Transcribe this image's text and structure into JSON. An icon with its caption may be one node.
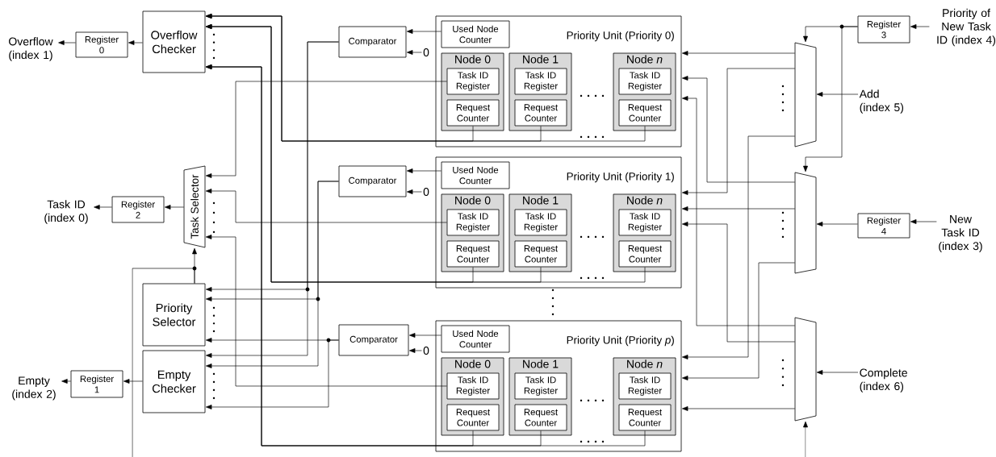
{
  "diagram": {
    "nodes": [
      {
        "text": [
          "Overflow (index 1)"
        ]
      },
      {
        "text": [
          "Register 0"
        ]
      },
      {
        "text": [
          "Overflow Checker"
        ]
      },
      {
        "text": [
          "Comparator"
        ]
      },
      {
        "text": [
          "0"
        ]
      },
      {
        "text": [
          "Priority Unit (Priority 0)"
        ]
      },
      {
        "text": [
          "Used Node Counter"
        ],
        "in": 5
      },
      {
        "text": [
          "Node 0"
        ],
        "in": 5
      },
      {
        "text": [
          "Task ID Register"
        ],
        "in": 7
      },
      {
        "text": [
          "Request Counter"
        ],
        "in": 7
      },
      {
        "text": [
          "Node 1"
        ],
        "in": 5
      },
      {
        "text": [
          "Task ID Register"
        ],
        "in": 10
      },
      {
        "text": [
          "Request Counter"
        ],
        "in": 10
      },
      {
        "text": [
          "Node *n*"
        ],
        "in": 5
      },
      {
        "text": [
          "Task ID Register"
        ],
        "in": 13
      },
      {
        "text": [
          "Request Counter"
        ],
        "in": 13
      },
      {
        "text": [
          "Register 3"
        ]
      },
      {
        "text": [
          "Priority of New Task ID (index 4)"
        ]
      },
      {
        "text": [],
        "shape": "trapezoid"
      },
      {
        "text": [
          "Add (index 5)"
        ]
      },
      {
        "text": [
          "Task ID (index 0)"
        ]
      },
      {
        "text": [
          "Register 2"
        ]
      },
      {
        "text": [
          "Task Selector"
        ]
      },
      {
        "text": [
          "Comparator"
        ]
      },
      {
        "text": [
          "0"
        ]
      },
      {
        "text": [
          "Priority Unit (Priority 1)"
        ]
      },
      {
        "text": [
          "Used Node Counter"
        ],
        "in": 25
      },
      {
        "text": [
          "Node 0"
        ],
        "in": 25
      },
      {
        "text": [
          "Task ID Register"
        ],
        "in": 27
      },
      {
        "text": [
          "Request Counter"
        ],
        "in": 27
      },
      {
        "text": [
          "Node 1"
        ],
        "in": 25
      },
      {
        "text": [
          "Task ID Register"
        ],
        "in": 30
      },
      {
        "text": [
          "Request Counter"
        ],
        "in": 30
      },
      {
        "text": [
          "Node *n*"
        ],
        "in": 25
      },
      {
        "text": [
          "Task ID Register"
        ],
        "in": 33
      },
      {
        "text": [
          "Request Counter"
        ],
        "in": 33
      },
      {
        "text": [],
        "shape": "trapezoid"
      },
      {
        "text": [
          "Register 4"
        ]
      },
      {
        "text": [
          "New Task ID (index 3)"
        ]
      },
      {
        "text": [
          "Priority Selector"
        ]
      },
      {
        "text": [
          "Comparator"
        ]
      },
      {
        "text": [
          "0"
        ]
      },
      {
        "text": [
          "Priority Unit (Priority *p*)"
        ]
      },
      {
        "text": [
          "Used Node Counter"
        ],
        "in": 42
      },
      {
        "text": [
          "Node 0"
        ],
        "in": 42
      },
      {
        "text": [
          "Task ID Register"
        ],
        "in": 44
      },
      {
        "text": [
          "Request Counter"
        ],
        "in": 44
      },
      {
        "text": [
          "Node 1"
        ],
        "in": 42
      },
      {
        "text": [
          "Task ID Register"
        ],
        "in": 47
      },
      {
        "text": [
          "Request Counter"
        ],
        "in": 47
      },
      {
        "text": [
          "Node *n*"
        ],
        "in": 42
      },
      {
        "text": [
          "Task ID Register"
        ],
        "in": 50
      },
      {
        "text": [
          "Request Counter"
        ],
        "in": 50
      },
      {
        "text": [],
        "shape": "trapezoid"
      },
      {
        "text": [
          "Complete (index 6)"
        ]
      },
      {
        "text": [
          "Empty (index 2)"
        ]
      },
      {
        "text": [
          "Register 1"
        ]
      },
      {
        "text": [
          "Empty Checker"
        ]
      }
    ],
    "edges": [
      {
        "from": 2,
        "to": 1,
        "arrow": "to"
      },
      {
        "from": 1,
        "to": 0,
        "arrow": "to"
      },
      {
        "from": 22,
        "to": 21,
        "arrow": "to"
      },
      {
        "from": 21,
        "to": 20,
        "arrow": "to"
      },
      {
        "from": 57,
        "to": 56,
        "arrow": "to"
      },
      {
        "from": 56,
        "to": 55,
        "arrow": "to"
      },
      {
        "from": 9,
        "to": 2,
        "arrow": "to"
      },
      {
        "from": 12,
        "to": 2,
        "arrow": "to"
      },
      {
        "from": 15,
        "to": 2,
        "arrow": "to"
      },
      {
        "from": 29,
        "to": 2,
        "arrow": "to"
      },
      {
        "from": 32,
        "to": 2,
        "arrow": "to"
      },
      {
        "from": 35,
        "to": 2,
        "arrow": "to"
      },
      {
        "from": 46,
        "to": 2,
        "arrow": "to"
      },
      {
        "from": 49,
        "to": 2,
        "arrow": "to"
      },
      {
        "from": 52,
        "to": 2,
        "arrow": "to"
      },
      {
        "from": 8,
        "to": 22,
        "arrow": "to"
      },
      {
        "from": 28,
        "to": 22,
        "arrow": "to"
      },
      {
        "from": 45,
        "to": 22,
        "arrow": "to"
      },
      {
        "from": 6,
        "to": 3,
        "arrow": "to"
      },
      {
        "from": 4,
        "to": 3,
        "arrow": "to"
      },
      {
        "from": 3,
        "to": 39,
        "arrow": "to"
      },
      {
        "from": 3,
        "to": 57,
        "arrow": "to"
      },
      {
        "from": 26,
        "to": 23,
        "arrow": "to"
      },
      {
        "from": 24,
        "to": 23,
        "arrow": "to"
      },
      {
        "from": 23,
        "to": 39,
        "arrow": "to"
      },
      {
        "from": 23,
        "to": 57,
        "arrow": "to"
      },
      {
        "from": 43,
        "to": 40,
        "arrow": "to"
      },
      {
        "from": 41,
        "to": 40,
        "arrow": "to"
      },
      {
        "from": 40,
        "to": 39,
        "arrow": "to"
      },
      {
        "from": 40,
        "to": 57,
        "arrow": "to"
      },
      {
        "from": 39,
        "to": 22,
        "arrow": "to"
      },
      {
        "from": 39,
        "to": null,
        "arrow": "none"
      },
      {
        "from": null,
        "to": 53,
        "arrow": "to"
      },
      {
        "from": 17,
        "to": 16,
        "arrow": "to"
      },
      {
        "from": 16,
        "to": 18,
        "arrow": "to"
      },
      {
        "from": 16,
        "to": 36,
        "arrow": "to"
      },
      {
        "from": 19,
        "to": 18,
        "arrow": "to"
      },
      {
        "from": 38,
        "to": 37,
        "arrow": "to"
      },
      {
        "from": 37,
        "to": 36,
        "arrow": "to"
      },
      {
        "from": 54,
        "to": 53,
        "arrow": "to"
      },
      {
        "from": 18,
        "to": 5,
        "arrow": "to"
      },
      {
        "from": 18,
        "to": 25,
        "arrow": "to"
      },
      {
        "from": 18,
        "to": 42,
        "arrow": "to"
      },
      {
        "from": 36,
        "to": 5,
        "arrow": "to"
      },
      {
        "from": 36,
        "to": 25,
        "arrow": "to"
      },
      {
        "from": 36,
        "to": 42,
        "arrow": "to"
      },
      {
        "from": 53,
        "to": 5,
        "arrow": "to"
      },
      {
        "from": 53,
        "to": 25,
        "arrow": "to"
      },
      {
        "from": 53,
        "to": 42,
        "arrow": "to"
      }
    ]
  }
}
